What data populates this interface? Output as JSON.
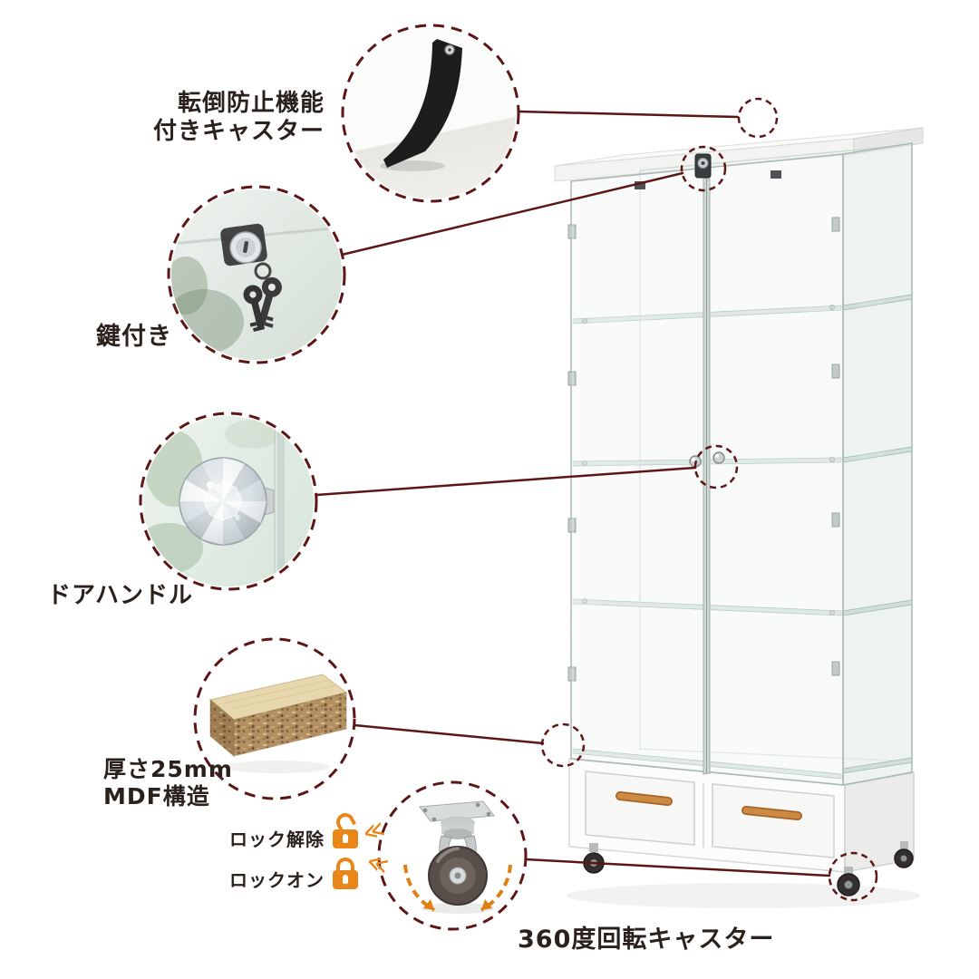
{
  "page": {
    "background": "#ffffff",
    "accent_color": "#5c1616",
    "highlight_color": "#e8861a",
    "wood_handle_color": "#c9813b"
  },
  "labels": {
    "antitip_line1": "転倒防止機能",
    "antitip_line2": "付きキャスター",
    "lock": "鍵付き",
    "door_handle": "ドアハンドル",
    "mdf_line1": "厚さ25mm",
    "mdf_line2": "MDF構造",
    "caster_rotation": "360度回転キャスター",
    "caster_unlock": "ロック解除",
    "caster_lock_on": "ロックオン"
  },
  "icons": {
    "toggle_arrow": "≪",
    "unlock_icon": "padlock-open",
    "lock_icon": "padlock-closed",
    "callout_ring_style": "dashed"
  }
}
